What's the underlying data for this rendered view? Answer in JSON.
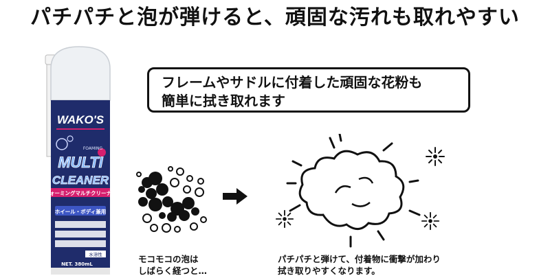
{
  "headline": "パチパチと泡が弾けると、頑固な汚れも取れやすい",
  "callout": {
    "line1": "フレームやサドルに付着した頑固な花粉も",
    "line2": "簡単に拭き取れます"
  },
  "product": {
    "brand": "WAKO'S",
    "name_line1": "MULTI",
    "name_line2": "CLEANER",
    "subtitle": "FOAMING",
    "jp_name": "フォーミングマルチクリーナー",
    "strip_text": "ホイール・ボディ兼用",
    "volume": "NET. 380mL",
    "badge": "水溶性"
  },
  "captions": {
    "left_line1": "モコモコの泡は",
    "left_line2": "しばらく経つと…",
    "right_line1": "パチパチと弾けて、付着物に衝撃が加わり",
    "right_line2": "拭き取りやすくなります。"
  },
  "colors": {
    "text": "#111111",
    "can_navy": "#1f2c6b",
    "can_pink": "#d61f6e",
    "can_cap": "#eef1f4"
  },
  "icons": [
    "arrow-right-icon",
    "foam-bubbles-icon",
    "burst-cloud-icon",
    "sparkle-icon"
  ]
}
